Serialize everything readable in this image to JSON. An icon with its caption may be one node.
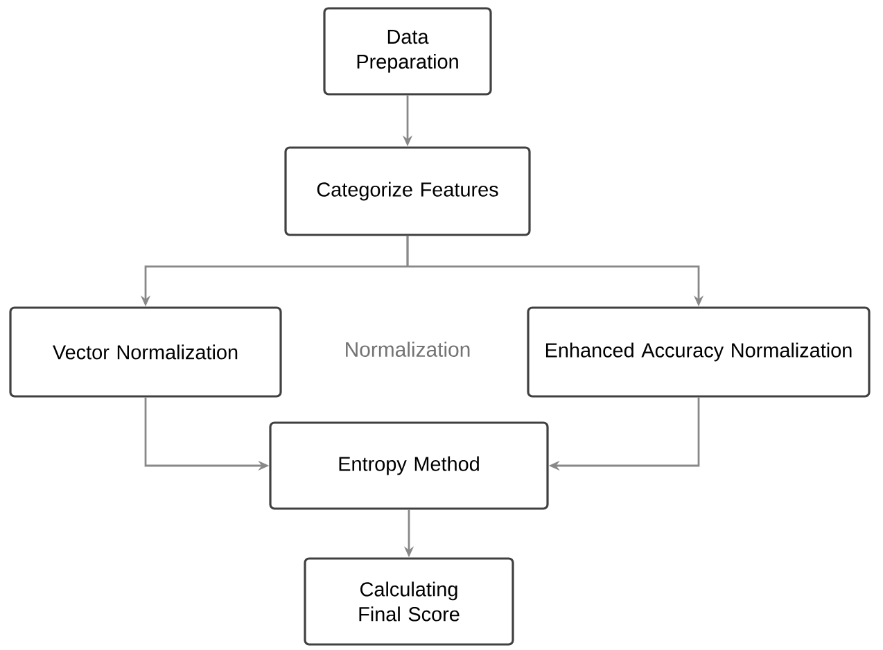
{
  "diagram": {
    "nodes": [
      {
        "text": [
          "Data Preparation"
        ]
      },
      {
        "text": [
          "Categorize Features"
        ]
      },
      {
        "text": [
          "Vector Normalization"
        ]
      },
      {
        "text": [
          "Enhanced Accuracy Normalization"
        ]
      },
      {
        "text": [
          "Entropy Method"
        ]
      },
      {
        "text": [
          "Calculating Final Score"
        ]
      }
    ],
    "edges": [
      {
        "from": 0,
        "to": 1,
        "arrow": "to"
      },
      {
        "from": 1,
        "to": 2,
        "arrow": "to"
      },
      {
        "from": 1,
        "to": 3,
        "arrow": "to"
      },
      {
        "from": 2,
        "to": 4,
        "arrow": "to"
      },
      {
        "from": 3,
        "to": 4,
        "arrow": "to"
      },
      {
        "from": 4,
        "to": 5,
        "arrow": "to"
      }
    ],
    "labels": [
      "Normalization"
    ]
  }
}
